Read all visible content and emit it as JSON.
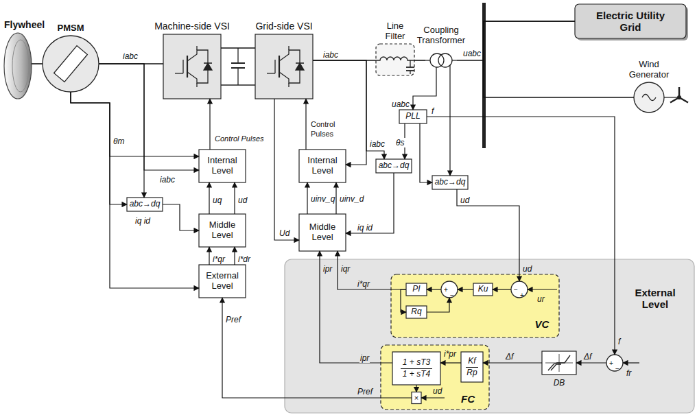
{
  "diagram": {
    "nodes": [
      {
        "text": [
          "Flywheel"
        ]
      },
      {
        "text": [
          "PMSM"
        ]
      },
      {
        "text": [
          "Machine-side VSI"
        ]
      },
      {
        "text": [
          "Grid-side VSI"
        ]
      },
      {
        "text": [
          "Line Filter"
        ]
      },
      {
        "text": [
          "Coupling Transformer"
        ]
      },
      {
        "text": [
          "Electric Utility Grid"
        ]
      },
      {
        "text": [
          "Wind Generator"
        ]
      },
      {
        "text": [
          "Internal Level"
        ]
      },
      {
        "text": [
          "abc→dq"
        ]
      },
      {
        "text": [
          "Middle Level"
        ]
      },
      {
        "text": [
          "External Level"
        ]
      },
      {
        "text": [
          "Internal Level"
        ]
      },
      {
        "text": [
          "Middle Level"
        ]
      },
      {
        "text": [
          "PLL"
        ]
      },
      {
        "text": [
          "abc→dq"
        ]
      },
      {
        "text": [
          "abc→dq"
        ]
      },
      {
        "text": [
          "External Level"
        ]
      },
      {
        "text": [
          "VC"
        ],
        "in": 17
      },
      {
        "text": [
          "PI"
        ],
        "in": 18
      },
      {
        "text": [
          "Rq"
        ],
        "in": 18
      },
      {
        "text": [
          "Ku"
        ],
        "in": 18
      },
      {
        "text": [
          "+",
          "−"
        ],
        "in": 18
      },
      {
        "text": [
          "−",
          "+"
        ],
        "in": 18
      },
      {
        "text": [
          "FC"
        ],
        "in": 17
      },
      {
        "text": [
          "1 + sT3",
          "1 + sT4"
        ],
        "in": 24
      },
      {
        "text": [
          "Kf",
          "Rp"
        ],
        "in": 24
      },
      {
        "text": [
          "×"
        ],
        "in": 24
      },
      {
        "text": [
          "DB"
        ],
        "in": 17
      },
      {
        "text": [
          "+",
          "−"
        ],
        "in": 17
      }
    ],
    "edges": [
      {
        "from": 0,
        "to": 1,
        "arrow": "none"
      },
      {
        "from": 1,
        "to": 2,
        "arrow": "none"
      },
      {
        "from": 2,
        "to": 3,
        "arrow": "none"
      },
      {
        "from": 3,
        "to": 4,
        "arrow": "none"
      },
      {
        "from": 4,
        "to": 5,
        "arrow": "none"
      },
      {
        "from": 5,
        "to": 6,
        "arrow": "none"
      },
      {
        "from": 7,
        "to": 6,
        "arrow": "none"
      },
      {
        "from": 1,
        "to": 8,
        "arrow": "to",
        "label": "θm"
      },
      {
        "from": 1,
        "to": 9,
        "arrow": "to"
      },
      {
        "from": 1,
        "to": 11,
        "arrow": "to"
      },
      {
        "from": 1,
        "to": 9,
        "arrow": "to"
      },
      {
        "from": 1,
        "to": 8,
        "arrow": "to",
        "label": "iabc"
      },
      {
        "from": 8,
        "to": 2,
        "arrow": "to",
        "label": "Control Pulses"
      },
      {
        "from": 10,
        "to": 8,
        "arrow": "to",
        "label": "uq"
      },
      {
        "from": 10,
        "to": 8,
        "arrow": "to",
        "label": "ud"
      },
      {
        "from": 9,
        "to": 10,
        "arrow": "to",
        "label": "iq id"
      },
      {
        "from": 11,
        "to": 10,
        "arrow": "to",
        "label": "i*qr"
      },
      {
        "from": 11,
        "to": 10,
        "arrow": "to",
        "label": "i*dr"
      },
      {
        "from": 12,
        "to": 3,
        "arrow": "to",
        "label": "Control Pulses"
      },
      {
        "from": 13,
        "to": 12,
        "arrow": "to",
        "label": "uinv_q"
      },
      {
        "from": 13,
        "to": 12,
        "arrow": "to",
        "label": "uinv_d"
      },
      {
        "from": 15,
        "to": 13,
        "arrow": "to",
        "label": "iq id"
      },
      {
        "from": 3,
        "to": 15,
        "arrow": "to",
        "label": "iabc"
      },
      {
        "from": 3,
        "to": 12,
        "arrow": "to"
      },
      {
        "from": 3,
        "to": 13,
        "arrow": "to",
        "label": "Ud"
      },
      {
        "from": 5,
        "to": 14,
        "arrow": "to",
        "label": "uabc"
      },
      {
        "from": 5,
        "to": 16,
        "arrow": "to"
      },
      {
        "from": 14,
        "to": 15,
        "arrow": "to",
        "label": "θs"
      },
      {
        "from": 14,
        "to": 16,
        "arrow": "to"
      },
      {
        "from": 14,
        "to": 29,
        "arrow": "to",
        "label": "f"
      },
      {
        "from": 29,
        "to": 28,
        "arrow": "to",
        "label": "Δf"
      },
      {
        "from": 28,
        "to": 26,
        "arrow": "to",
        "label": "Δf"
      },
      {
        "from": 26,
        "to": 25,
        "arrow": "to",
        "label": "i*pr"
      },
      {
        "from": 25,
        "to": 13,
        "arrow": "to",
        "label": "ipr"
      },
      {
        "from": 19,
        "to": 13,
        "arrow": "to",
        "label": "i*qr"
      },
      {
        "from": 22,
        "to": 19,
        "arrow": "to"
      },
      {
        "from": 21,
        "to": 22,
        "arrow": "to"
      },
      {
        "from": 23,
        "to": 21,
        "arrow": "to"
      },
      {
        "from": 16,
        "to": 23,
        "arrow": "to",
        "label": "ud"
      },
      {
        "from": 20,
        "to": 22,
        "arrow": "to"
      },
      {
        "from": 19,
        "to": 20,
        "arrow": "to"
      },
      {
        "from": 25,
        "to": 27,
        "arrow": "to"
      },
      {
        "from": 27,
        "to": 11,
        "arrow": "to",
        "label": "Pref"
      }
    ],
    "labels": [
      "iabc",
      "iabc",
      "uabc",
      "ud",
      "f",
      "ipr",
      "iqr",
      "ur",
      "fr",
      "Pref",
      "ud"
    ]
  }
}
